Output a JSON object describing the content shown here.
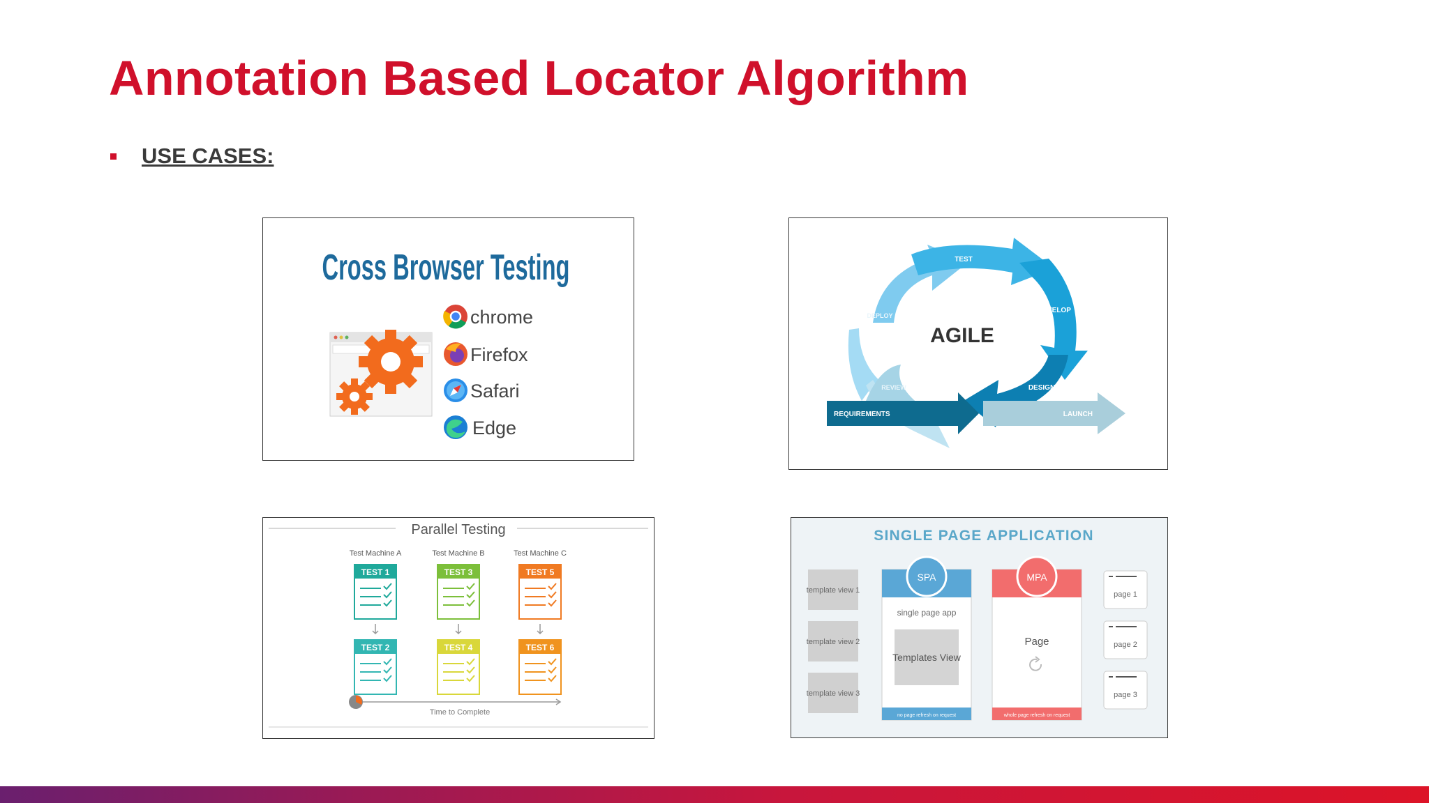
{
  "slide": {
    "title": "Annotation Based Locator Algorithm",
    "section_label": "USE CASES:"
  },
  "cross_browser": {
    "heading": "Cross Browser Testing",
    "browsers": [
      "chrome",
      "Firefox",
      "Safari",
      "Edge"
    ]
  },
  "agile": {
    "center": "AGILE",
    "stages": [
      "TEST",
      "DEVELOP",
      "DESIGN",
      "REVIEW",
      "DEPLOY"
    ],
    "requirements": "REQUIREMENTS",
    "launch": "LAUNCH"
  },
  "parallel": {
    "heading": "Parallel Testing",
    "machines": [
      "Test Machine A",
      "Test Machine B",
      "Test Machine C"
    ],
    "tests": [
      "TEST 1",
      "TEST 2",
      "TEST 3",
      "TEST 4",
      "TEST 5",
      "TEST 6"
    ],
    "footer": "Time to Complete"
  },
  "spa": {
    "heading": "SINGLE PAGE APPLICATION",
    "template_views": [
      "template view 1",
      "template view 2",
      "template view 3"
    ],
    "spa_badge": "SPA",
    "spa_caption": "single page app",
    "templates_view": "Templates View",
    "spa_footer": "no page refresh on request",
    "mpa_badge": "MPA",
    "mpa_page": "Page",
    "mpa_footer": "whole page refresh on request",
    "pages": [
      "page 1",
      "page 2",
      "page 3"
    ]
  },
  "colors": {
    "title_red": "#d0102b",
    "agile_blue": "#1ba1d8",
    "footer_gradient_start": "#6a1f6e",
    "footer_gradient_end": "#dc1428"
  }
}
